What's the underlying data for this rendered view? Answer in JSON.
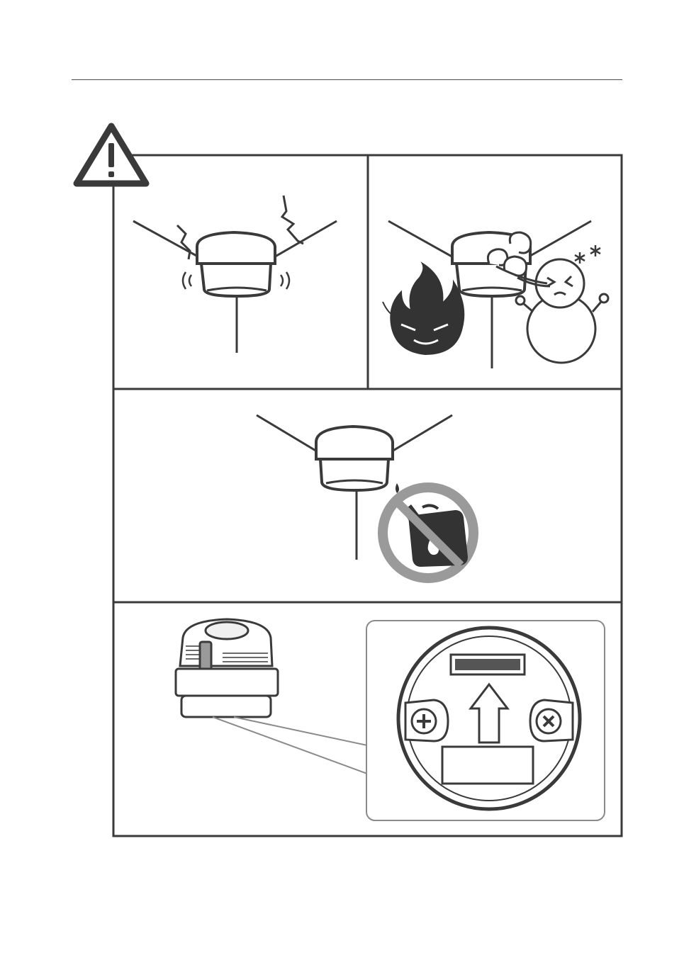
{
  "page": {
    "warning_symbol": "warning-triangle-icon",
    "panels": [
      {
        "id": "shock",
        "icons": [
          "ceiling-camera-icon",
          "vibration-icon",
          "crack-icon"
        ]
      },
      {
        "id": "temperature",
        "icons": [
          "ceiling-camera-icon",
          "fire-icon",
          "snowman-icon",
          "wind-swirl-icon"
        ]
      },
      {
        "id": "chemicals",
        "icons": [
          "ceiling-camera-icon",
          "fuel-can-icon",
          "prohibited-icon"
        ]
      },
      {
        "id": "underside",
        "icons": [
          "camera-module-icon",
          "connector-icon",
          "arrow-up-icon",
          "screw-icon"
        ]
      }
    ],
    "colors": {
      "line": "#3a3a3a",
      "dark_fill": "#333333",
      "gray": "#9a9a9a",
      "callout": "#8a8a8a"
    }
  }
}
